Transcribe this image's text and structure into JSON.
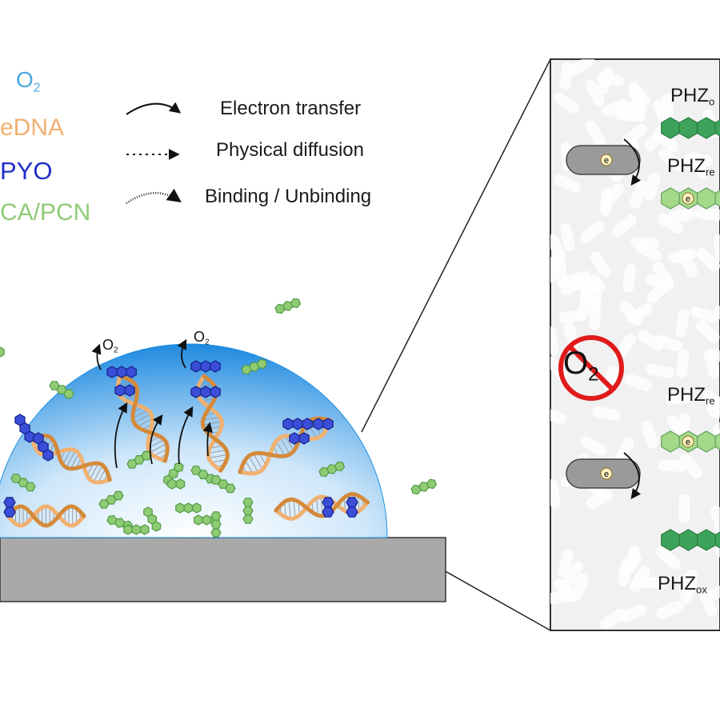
{
  "legend": {
    "species": [
      {
        "name": "O",
        "sub": "2",
        "color": "#4aa8e0"
      },
      {
        "name": "eDNA",
        "color": "#f0b070"
      },
      {
        "name": "PYO",
        "color": "#1f2fc8"
      },
      {
        "name": "CA/PCN",
        "color": "#8fcb74"
      }
    ],
    "processes": [
      {
        "label": "Electron transfer"
      },
      {
        "label": "Physical diffusion"
      },
      {
        "label": "Binding / Unbinding"
      }
    ]
  },
  "zoom_panel": {
    "labels": [
      {
        "base": "PHZ",
        "sub": "o"
      },
      {
        "base": "PHZ",
        "sub": "re"
      },
      {
        "base": "PHZ",
        "sub": "re"
      },
      {
        "base": "PHZ",
        "sub": "ox"
      }
    ],
    "no_o2": {
      "base": "O",
      "sub": "2"
    },
    "electron_symbol": "e"
  },
  "dome": {
    "o2_labels": [
      {
        "base": "O",
        "sub": "2"
      },
      {
        "base": "O",
        "sub": "2"
      }
    ]
  },
  "colors": {
    "o2": "#4aa8e0",
    "edna": "#f0b070",
    "pyo": "#1f2fc8",
    "pca_pcn": "#8fcb74",
    "phz_oxidized": "#3da35a",
    "phz_reduced": "#a5d98a",
    "biofilm_edge": "#1f8fe0",
    "substrate": "#a9a9a9",
    "no_symbol": "#e01a1a"
  }
}
